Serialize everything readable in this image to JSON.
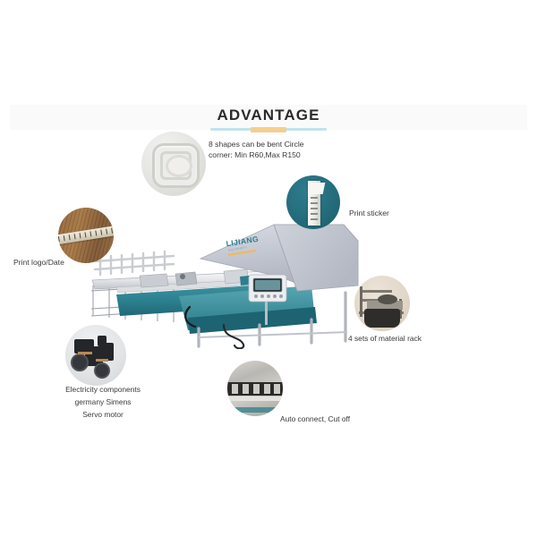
{
  "page": {
    "title": "ADVANTAGE",
    "background_color": "#ffffff",
    "panel_background": "#ffffff",
    "header_band_color": "#fafafa",
    "rule_color": "#bfe4ef",
    "rule_accent_color": "#f5cf8e"
  },
  "product": {
    "machine_name": "aluminium spacer bar bending machine",
    "brand_logo_text": "LIJIANG",
    "body_color": "#2f7f8e",
    "hood_color": "#c6c9d2"
  },
  "orbit": {
    "outer_dashed_color": "#e3c98a",
    "inner_solid_color": "#bfe0e8"
  },
  "features": [
    {
      "id": "bent-shapes",
      "icon": "bent-frame-icon",
      "label": "8 shapes can be bent Circle\ncorner: Min R60,Max R150",
      "circle_color": "#e3e3e0"
    },
    {
      "id": "print-sticker",
      "icon": "sticker-printer-icon",
      "label": "Print sticker",
      "circle_color": "#236b7b"
    },
    {
      "id": "material-rack",
      "icon": "material-rack-icon",
      "label": "4 sets of material rack",
      "circle_color": "#e0d6c8"
    },
    {
      "id": "auto-connect",
      "icon": "auto-connect-cutoff-icon",
      "label": "Auto connect, Cut off",
      "circle_color": "#b9b7b1"
    },
    {
      "id": "electricity-components",
      "icon": "servo-motor-icon",
      "label": "Electricity components\ngermany Simens\nServo motor",
      "circle_color": "#e2e4e6"
    },
    {
      "id": "print-logo-date",
      "icon": "wood-ruler-icon",
      "label": "Print logo/Date",
      "circle_color": "#a5753f"
    }
  ]
}
